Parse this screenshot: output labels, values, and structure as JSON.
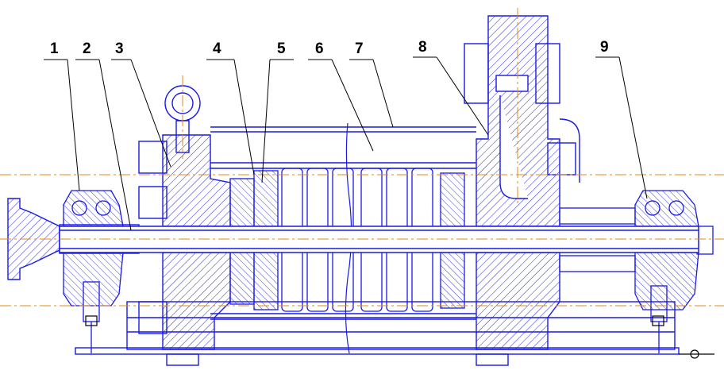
{
  "diagram": {
    "callouts": [
      {
        "id": "c1",
        "label": "1"
      },
      {
        "id": "c2",
        "label": "2"
      },
      {
        "id": "c3",
        "label": "3"
      },
      {
        "id": "c4",
        "label": "4"
      },
      {
        "id": "c5",
        "label": "5"
      },
      {
        "id": "c6",
        "label": "6"
      },
      {
        "id": "c7",
        "label": "7"
      },
      {
        "id": "c8",
        "label": "8"
      },
      {
        "id": "c9",
        "label": "9"
      }
    ],
    "colors": {
      "outline": "#1a1ae6",
      "hatch": "#2a2ad8",
      "centerline": "#e08a1a",
      "dimension": "#000000",
      "background": "#ffffff"
    }
  }
}
